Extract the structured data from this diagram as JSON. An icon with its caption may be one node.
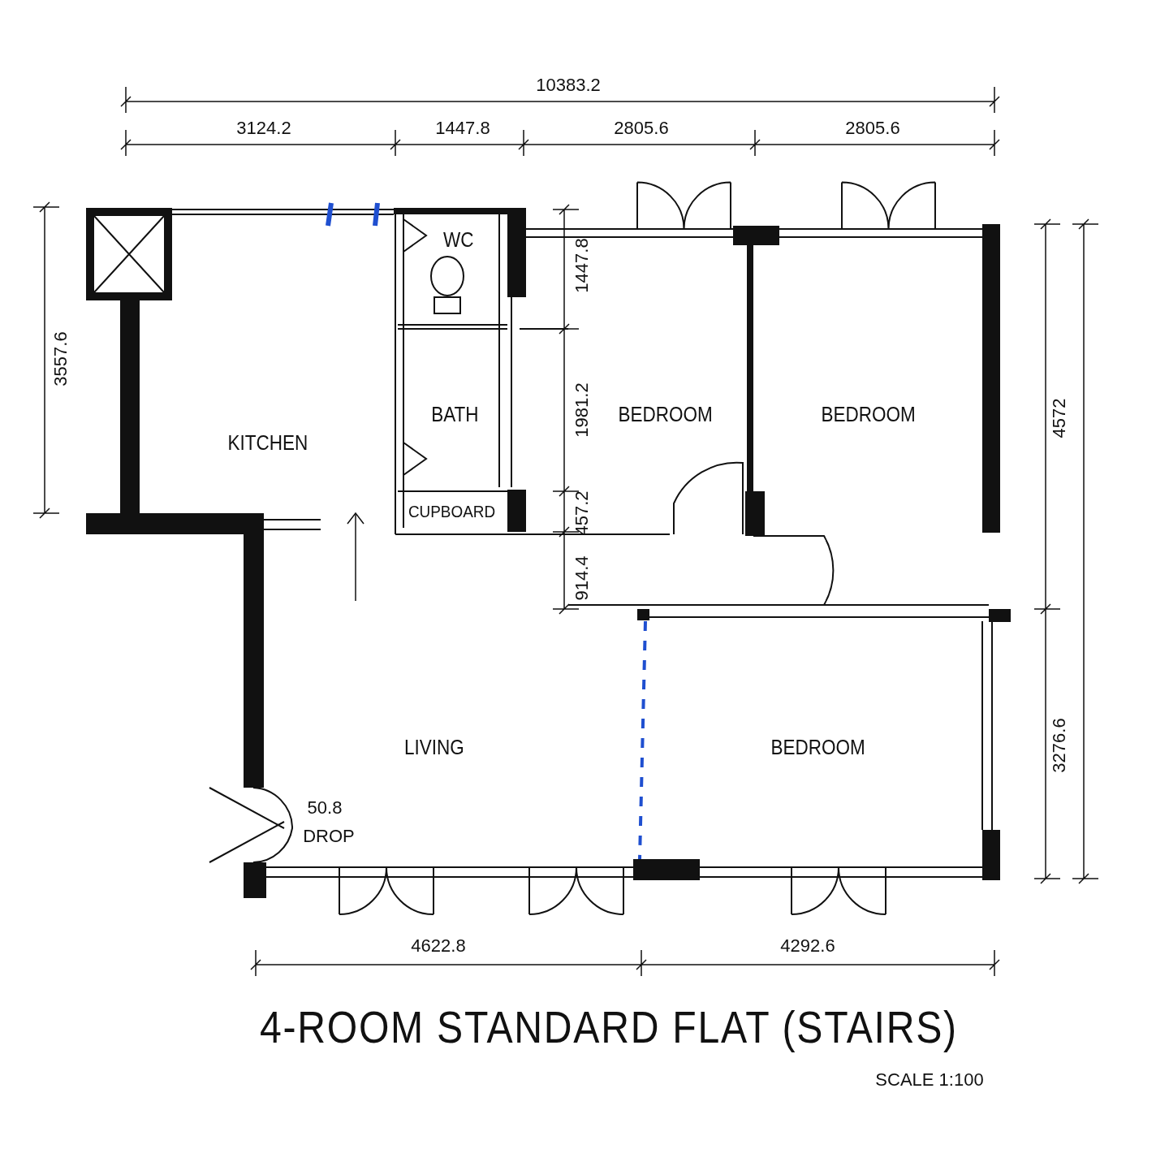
{
  "diagram": {
    "title": "4-ROOM STANDARD FLAT (STAIRS)",
    "nodes": [
      {
        "text": [
          "KITCHEN"
        ]
      },
      {
        "text": [
          "WC"
        ]
      },
      {
        "text": [
          "BATH"
        ]
      },
      {
        "text": [
          "CUPBOARD"
        ]
      },
      {
        "text": [
          "BEDROOM"
        ]
      },
      {
        "text": [
          "BEDROOM"
        ]
      },
      {
        "text": [
          "LIVING"
        ]
      },
      {
        "text": [
          "BEDROOM"
        ]
      }
    ],
    "labels": [
      "10383.2",
      "3124.2",
      "1447.8",
      "2805.6",
      "2805.6",
      "3557.6",
      "1447.8",
      "1981.2",
      "4572",
      "457.2",
      "914.4",
      "3276.6",
      "50.8",
      "DROP",
      "4622.8",
      "4292.6",
      "SCALE 1:100"
    ]
  }
}
